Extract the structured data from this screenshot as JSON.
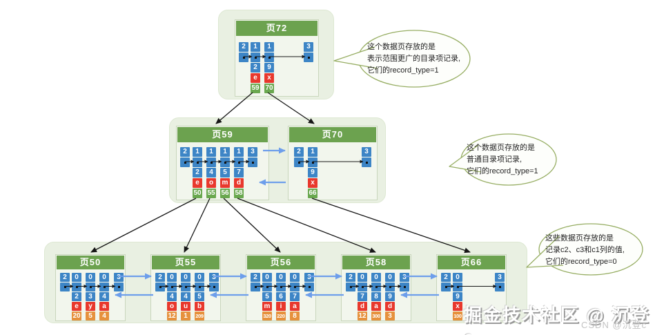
{
  "infimum": {
    "type": "2"
  },
  "supremum": {
    "type": "3"
  },
  "pages": [
    {
      "id": "p72",
      "label": "页72",
      "kind": "internal",
      "records": [
        {
          "type": "1",
          "c2": "2",
          "c3": "e",
          "page_no": "59"
        },
        {
          "type": "1",
          "c2": "9",
          "c3": "x",
          "page_no": "70"
        }
      ]
    },
    {
      "id": "p59",
      "label": "页59",
      "kind": "internal",
      "records": [
        {
          "type": "1",
          "c2": "2",
          "c3": "e",
          "page_no": "50"
        },
        {
          "type": "1",
          "c2": "4",
          "c3": "o",
          "page_no": "55"
        },
        {
          "type": "1",
          "c2": "5",
          "c3": "m",
          "page_no": "56"
        },
        {
          "type": "1",
          "c2": "7",
          "c3": "d",
          "page_no": "58"
        }
      ]
    },
    {
      "id": "p70",
      "label": "页70",
      "kind": "internal",
      "records": [
        {
          "type": "1",
          "c2": "9",
          "c3": "x",
          "page_no": "66"
        }
      ]
    },
    {
      "id": "p50",
      "label": "页50",
      "kind": "leaf",
      "records": [
        {
          "type": "0",
          "c2": "2",
          "c3": "e",
          "c1": "20"
        },
        {
          "type": "0",
          "c2": "3",
          "c3": "y",
          "c1": "5"
        },
        {
          "type": "0",
          "c2": "4",
          "c3": "a",
          "c1": "4"
        }
      ]
    },
    {
      "id": "p55",
      "label": "页55",
      "kind": "leaf",
      "records": [
        {
          "type": "0",
          "c2": "4",
          "c3": "o",
          "c1": "12"
        },
        {
          "type": "0",
          "c2": "4",
          "c3": "u",
          "c1": "1"
        },
        {
          "type": "0",
          "c2": "5",
          "c3": "b",
          "c1": "209"
        }
      ]
    },
    {
      "id": "p56",
      "label": "页56",
      "kind": "leaf",
      "records": [
        {
          "type": "0",
          "c2": "5",
          "c3": "m",
          "c1": "320"
        },
        {
          "type": "0",
          "c2": "6",
          "c3": "i",
          "c1": "220"
        },
        {
          "type": "0",
          "c2": "7",
          "c3": "a",
          "c1": "8"
        }
      ]
    },
    {
      "id": "p58",
      "label": "页58",
      "kind": "leaf",
      "records": [
        {
          "type": "0",
          "c2": "7",
          "c3": "d",
          "c1": "12"
        },
        {
          "type": "0",
          "c2": "8",
          "c3": "a",
          "c1": "300"
        },
        {
          "type": "0",
          "c2": "9",
          "c3": "d",
          "c1": "3"
        }
      ]
    },
    {
      "id": "p66",
      "label": "页66",
      "kind": "leaf",
      "records": [
        {
          "type": "0",
          "c2": "9",
          "c3": "x",
          "c1": "100"
        }
      ]
    }
  ],
  "bubbles": [
    {
      "lines": [
        "这个数据页存放的是",
        "表示范围更广的目录项记录,",
        "它们的record_type=1"
      ]
    },
    {
      "lines": [
        "这个数据页存放的是",
        "普通目录项记录,",
        "它们的record_type=1"
      ]
    },
    {
      "lines": [
        "这些数据页存放的是",
        "记录c2、c3和c1列的值,",
        "它们的record_type=0"
      ]
    }
  ],
  "watermark": {
    "main": "掘金技术社区 @ 沉登c",
    "sub": "CSDN @沉登c"
  },
  "colors": {
    "record_type_color": "#3d85c6",
    "c3_color": "#e8382d",
    "page_no_color": "#6aa84f",
    "c1_color": "#e6913d",
    "header_color": "#6ca24f",
    "sibling_arrow_color": "#6d9eeb",
    "bubble_border_color": "#96ad62"
  }
}
